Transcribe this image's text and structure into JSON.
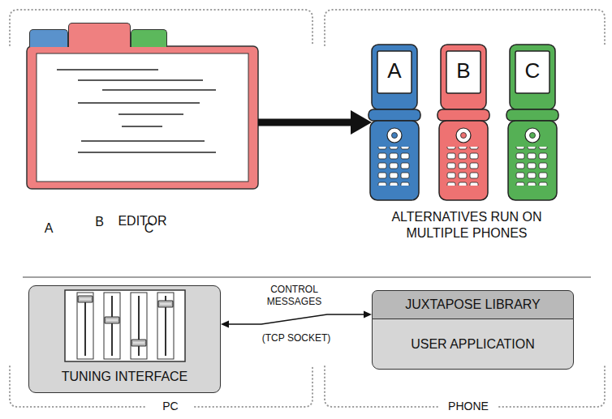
{
  "diagram": {
    "nodes": [
      {
        "text": [
          "EDITOR"
        ]
      },
      {
        "text": [
          "A"
        ],
        "in": 0
      },
      {
        "text": [
          "B"
        ],
        "in": 0
      },
      {
        "text": [
          "C"
        ],
        "in": 0
      },
      {
        "text": [
          "A"
        ]
      },
      {
        "text": [
          "B"
        ]
      },
      {
        "text": [
          "C"
        ]
      },
      {
        "text": [
          "TUNING INTERFACE"
        ]
      },
      {
        "text": [
          "JUXTAPOSE LIBRARY"
        ]
      },
      {
        "text": [
          "USER APPLICATION"
        ]
      }
    ],
    "edges": [
      {
        "from": 0,
        "to": 4,
        "arrow": "to"
      },
      {
        "from": 7,
        "to": 8,
        "label": "CONTROL MESSAGES",
        "arrow": "both"
      }
    ],
    "labels": [
      "ALTERNATIVES RUN ON MULTIPLE PHONES",
      "(TCP SOCKET)",
      "PC",
      "PHONE"
    ]
  }
}
